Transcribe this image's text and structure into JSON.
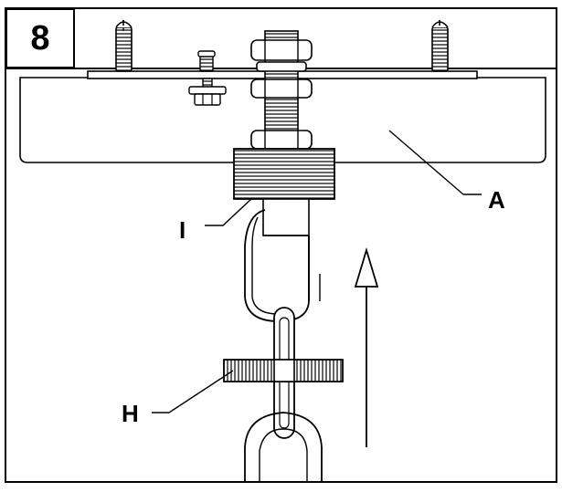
{
  "figure": {
    "step_number": "8",
    "labels": {
      "a": "A",
      "i": "I",
      "h": "H"
    },
    "colors": {
      "ink": "#000000",
      "paper": "#ffffff"
    }
  }
}
